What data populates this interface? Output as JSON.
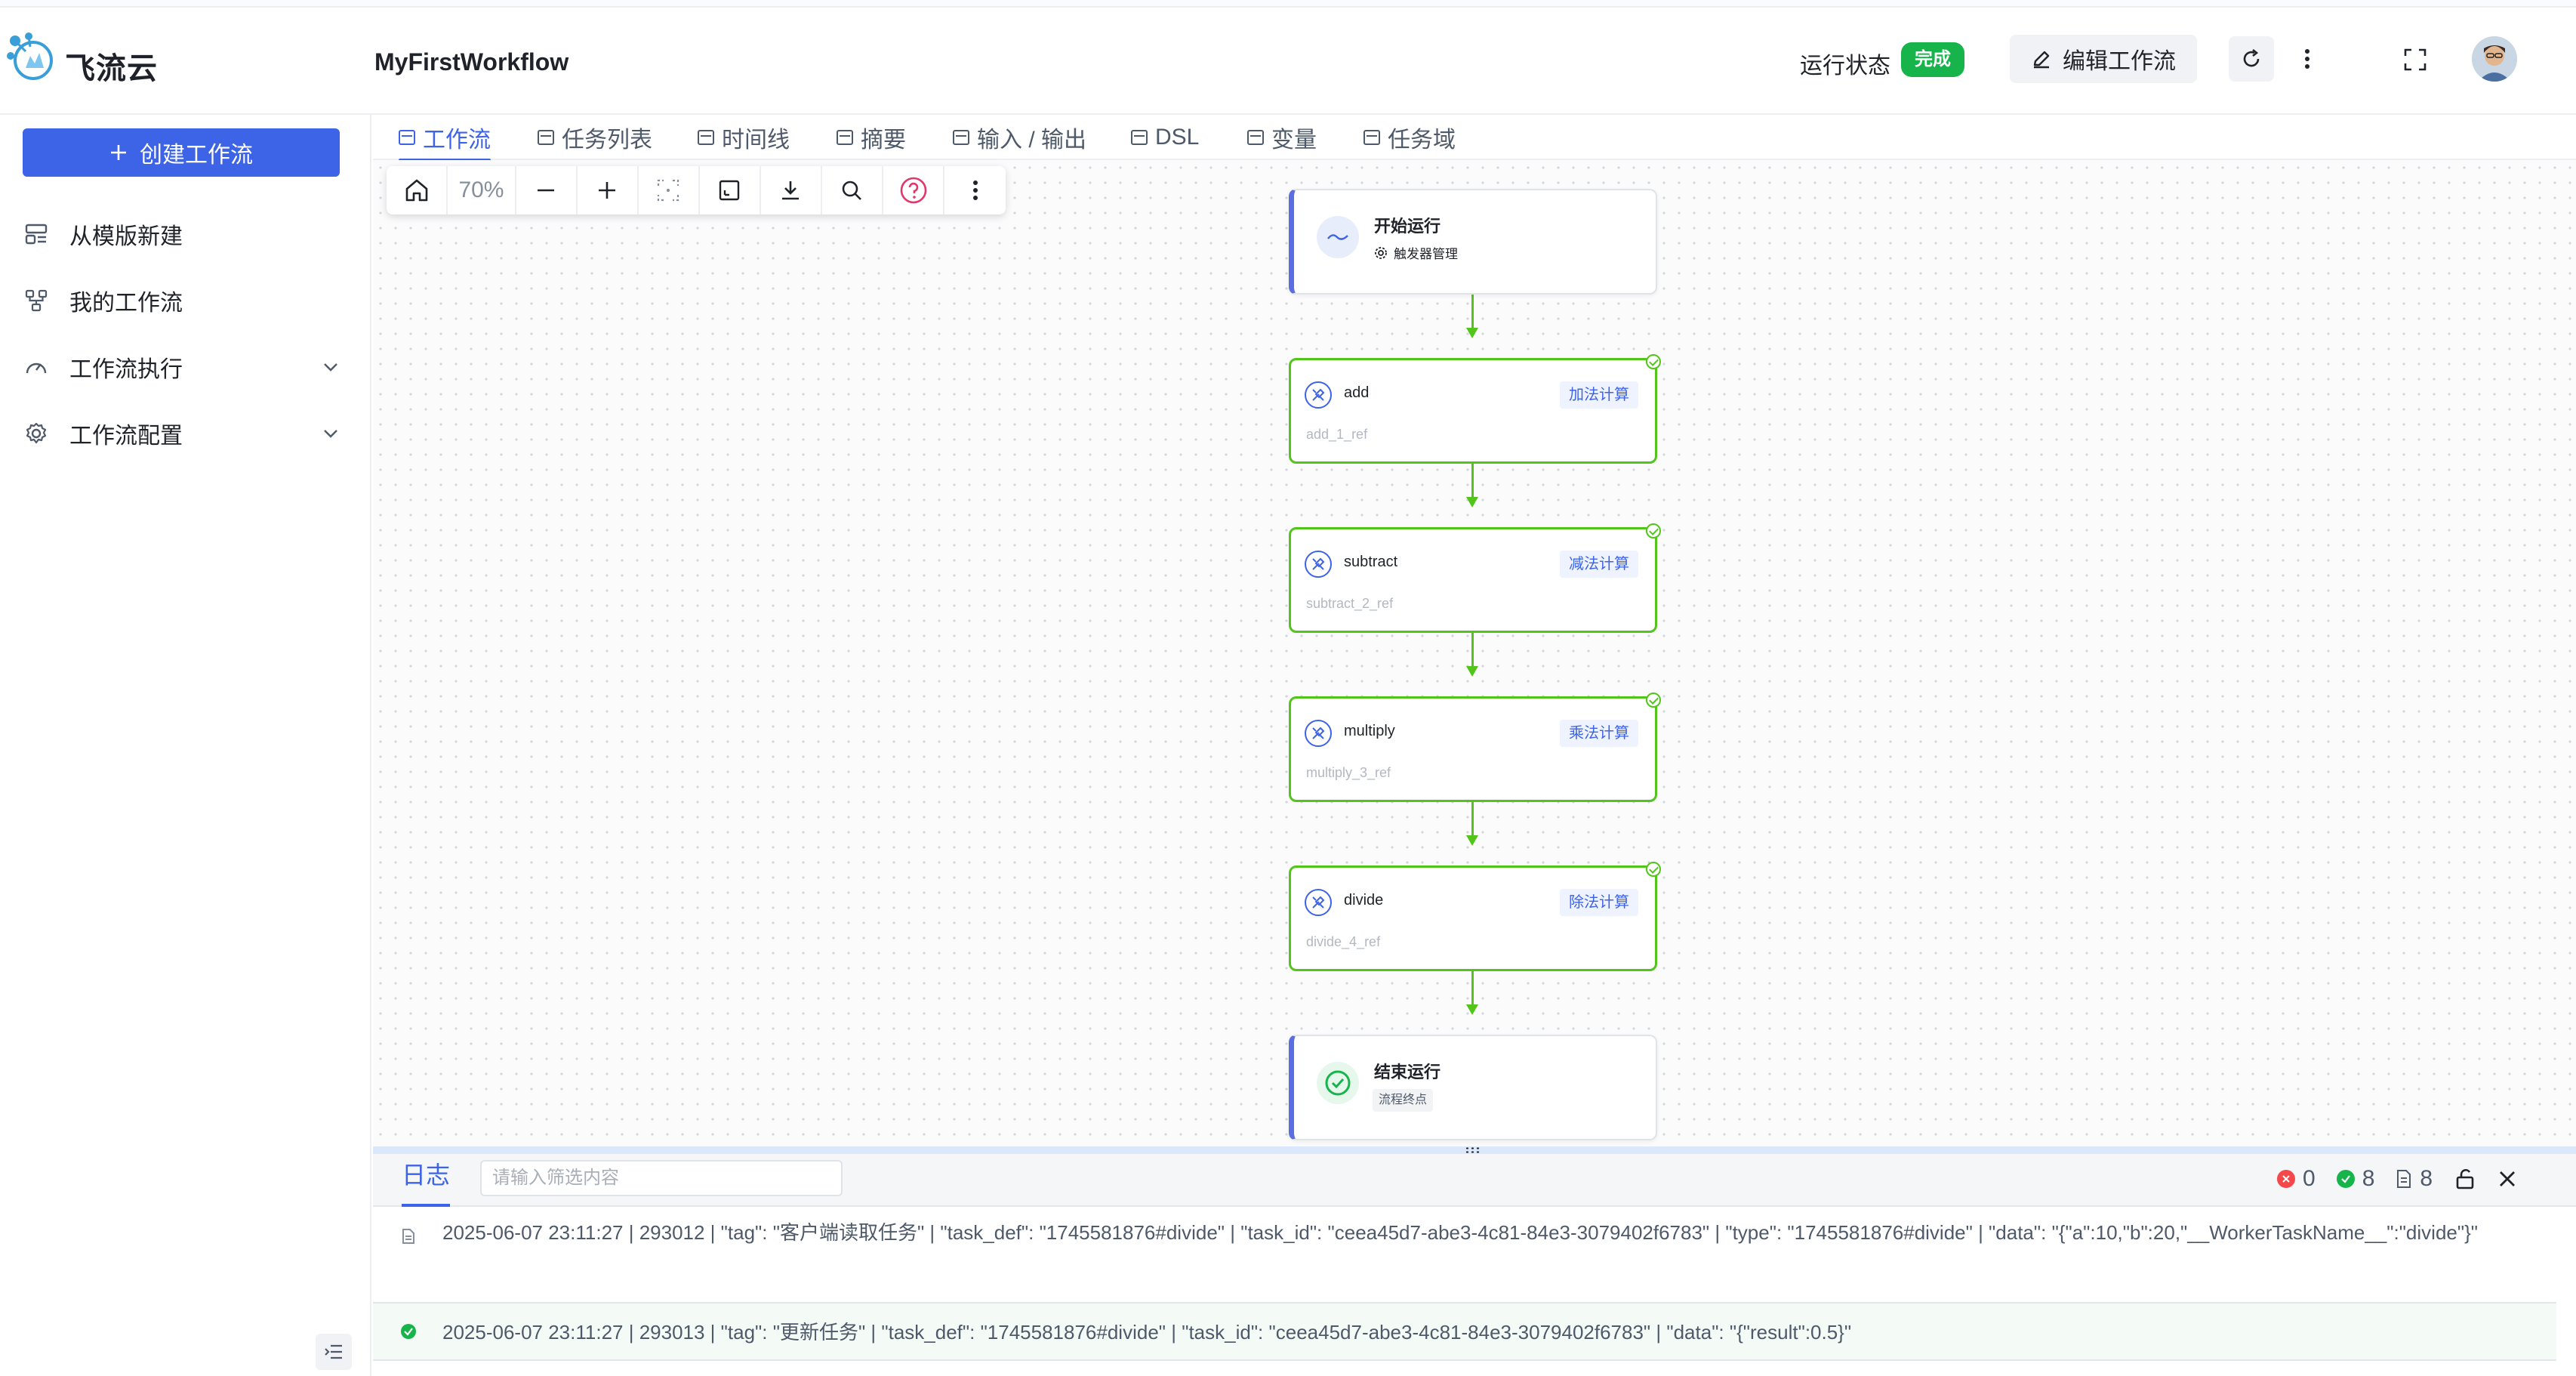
{
  "app": {
    "brand": "飞流云",
    "workflow_title": "MyFirstWorkflow"
  },
  "header": {
    "run_status_label": "运行状态",
    "run_status_value": "完成",
    "edit_label": "编辑工作流"
  },
  "colors": {
    "primary": "#3d63e6",
    "success": "#52c41a",
    "badge": "#17b44b",
    "error": "#f5484a"
  },
  "sidebar": {
    "create_label": "创建工作流",
    "items": [
      {
        "label": "从模版新建",
        "icon": "template-icon"
      },
      {
        "label": "我的工作流",
        "icon": "workflow-icon"
      },
      {
        "label": "工作流执行",
        "icon": "gauge-icon"
      },
      {
        "label": "工作流配置",
        "icon": "gear-icon"
      }
    ]
  },
  "tabs": [
    {
      "label": "工作流",
      "active": true
    },
    {
      "label": "任务列表"
    },
    {
      "label": "时间线"
    },
    {
      "label": "摘要"
    },
    {
      "label": "输入 / 输出"
    },
    {
      "label": "DSL"
    },
    {
      "label": "变量"
    },
    {
      "label": "任务域"
    }
  ],
  "toolbar": {
    "zoom": "70%"
  },
  "graph": {
    "start": {
      "title": "开始运行",
      "subtitle": "触发器管理"
    },
    "tasks": [
      {
        "name": "add",
        "tag": "加法计算",
        "ref": "add_1_ref",
        "status": "completed"
      },
      {
        "name": "subtract",
        "tag": "减法计算",
        "ref": "subtract_2_ref",
        "status": "completed"
      },
      {
        "name": "multiply",
        "tag": "乘法计算",
        "ref": "multiply_3_ref",
        "status": "completed"
      },
      {
        "name": "divide",
        "tag": "除法计算",
        "ref": "divide_4_ref",
        "status": "completed"
      }
    ],
    "end": {
      "title": "结束运行",
      "subtitle": "流程终点"
    }
  },
  "logs": {
    "tab_label": "日志",
    "filter_placeholder": "请输入筛选内容",
    "counts": {
      "error": "0",
      "success": "8",
      "total": "8"
    },
    "rows": [
      {
        "type": "info",
        "text": "2025-06-07 23:11:27 | 293012 | \"tag\": \"客户端读取任务\" | \"task_def\": \"1745581876#divide\" | \"task_id\": \"ceea45d7-abe3-4c81-84e3-3079402f6783\" | \"type\": \"1745581876#divide\" | \"data\": \"{\"a\":10,\"b\":20,\"__WorkerTaskName__\":\"divide\"}\""
      },
      {
        "type": "success",
        "text": "2025-06-07 23:11:27 | 293013 | \"tag\": \"更新任务\" | \"task_def\": \"1745581876#divide\" | \"task_id\": \"ceea45d7-abe3-4c81-84e3-3079402f6783\" | \"data\": \"{\"result\":0.5}\""
      }
    ]
  }
}
